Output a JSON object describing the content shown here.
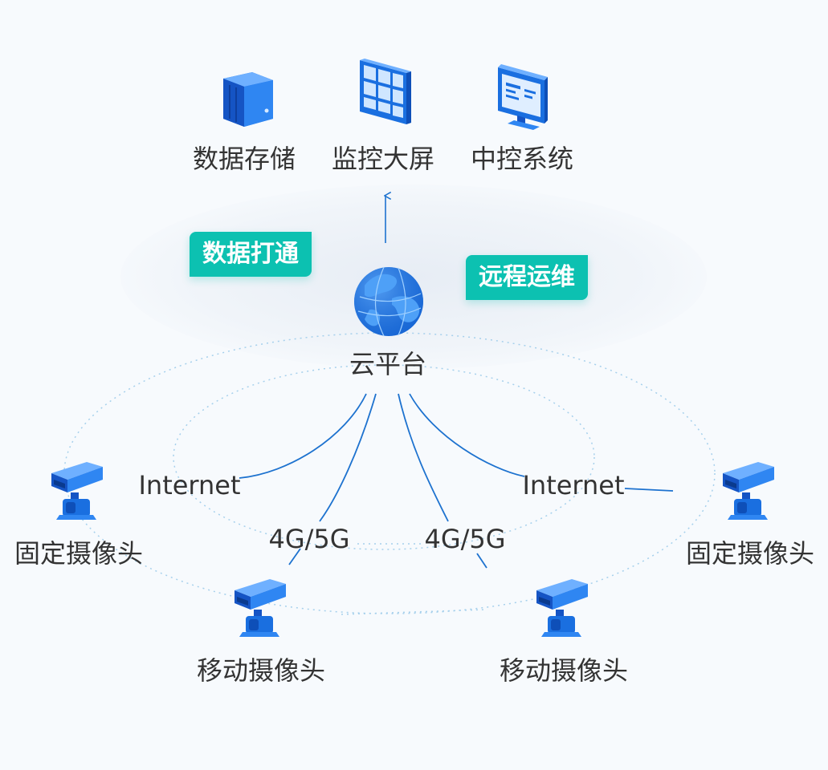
{
  "top_nodes": {
    "storage": {
      "label": "数据存储",
      "icon": "server-icon"
    },
    "screen": {
      "label": "监控大屏",
      "icon": "video-wall-icon"
    },
    "control": {
      "label": "中控系统",
      "icon": "monitor-icon"
    }
  },
  "badges": {
    "left": "数据打通",
    "right": "远程运维"
  },
  "cloud": {
    "label": "云平台",
    "icon": "globe-icon"
  },
  "links": {
    "internet_left": "Internet",
    "internet_right": "Internet",
    "cellular_left": "4G/5G",
    "cellular_right": "4G/5G"
  },
  "cameras": {
    "fixed_left": {
      "label": "固定摄像头",
      "icon": "camera-icon"
    },
    "fixed_right": {
      "label": "固定摄像头",
      "icon": "camera-icon"
    },
    "mobile_left": {
      "label": "移动摄像头",
      "icon": "camera-icon"
    },
    "mobile_right": {
      "label": "移动摄像头",
      "icon": "camera-icon"
    }
  },
  "colors": {
    "accent": "#1a6fe0",
    "badge": "#0cc1b1",
    "line": "#1d72cf",
    "dotted": "#9cc8e6"
  }
}
